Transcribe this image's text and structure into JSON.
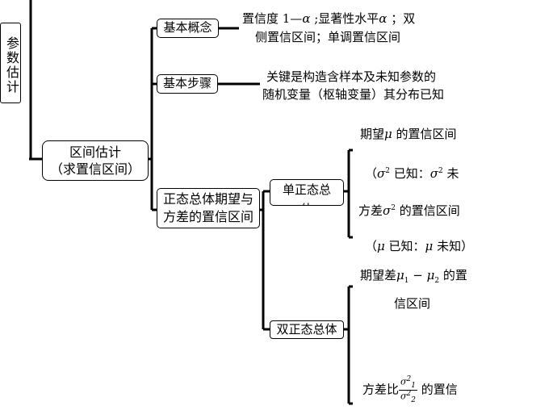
{
  "root": {
    "label": "参数估计"
  },
  "interval": {
    "title": "区间估计",
    "subtitle": "（求置信区间）"
  },
  "basic_concept": {
    "label": "基本概念",
    "desc_line1_pre": "置信度 1—",
    "desc_alpha1": "α",
    "desc_line1_mid": " ;显著性水平",
    "desc_alpha2": "α",
    "desc_line1_post": " ；双",
    "desc_line2": "侧置信区间；单调置信区间"
  },
  "basic_steps": {
    "label": "基本步骤",
    "desc_line1": "关键是构造含样本及未知参数的",
    "desc_line2": "随机变量（枢轴变量）其分布已知"
  },
  "normal_params": {
    "line1": "正态总体期望与",
    "line2": "方差的置信区间"
  },
  "single": {
    "label": "单正态总体",
    "mean_pre": "期望",
    "mean_mu": "μ",
    "mean_post": " 的置信区间",
    "sigma_pre": "（",
    "sigma1": "σ",
    "sigma_sup1": "2",
    "sigma_mid": " 已知：",
    "sigma2": "σ",
    "sigma_sup2": "2",
    "sigma_post": " 未",
    "var_pre": "方差",
    "var_sigma": "σ",
    "var_sup": "2",
    "var_post": " 的置信区间",
    "mu_pre": "（",
    "mu1": "μ",
    "mu_mid": " 已知：",
    "mu2": "μ",
    "mu_post": " 未知）"
  },
  "double": {
    "label": "双正态总体",
    "diff_pre": "期望差",
    "mu1": "μ",
    "sub1": "1",
    "minus": " − ",
    "mu2": "μ",
    "sub2": "2",
    "diff_post": " 的置",
    "diff_line2": "信区间",
    "ratio_pre": "方差比",
    "frac_num": "σ",
    "frac_num_sup": "2",
    "frac_num_sub": "1",
    "frac_den": "σ",
    "frac_den_sup": "2",
    "frac_den_sub": "2",
    "ratio_post": " 的置信"
  }
}
